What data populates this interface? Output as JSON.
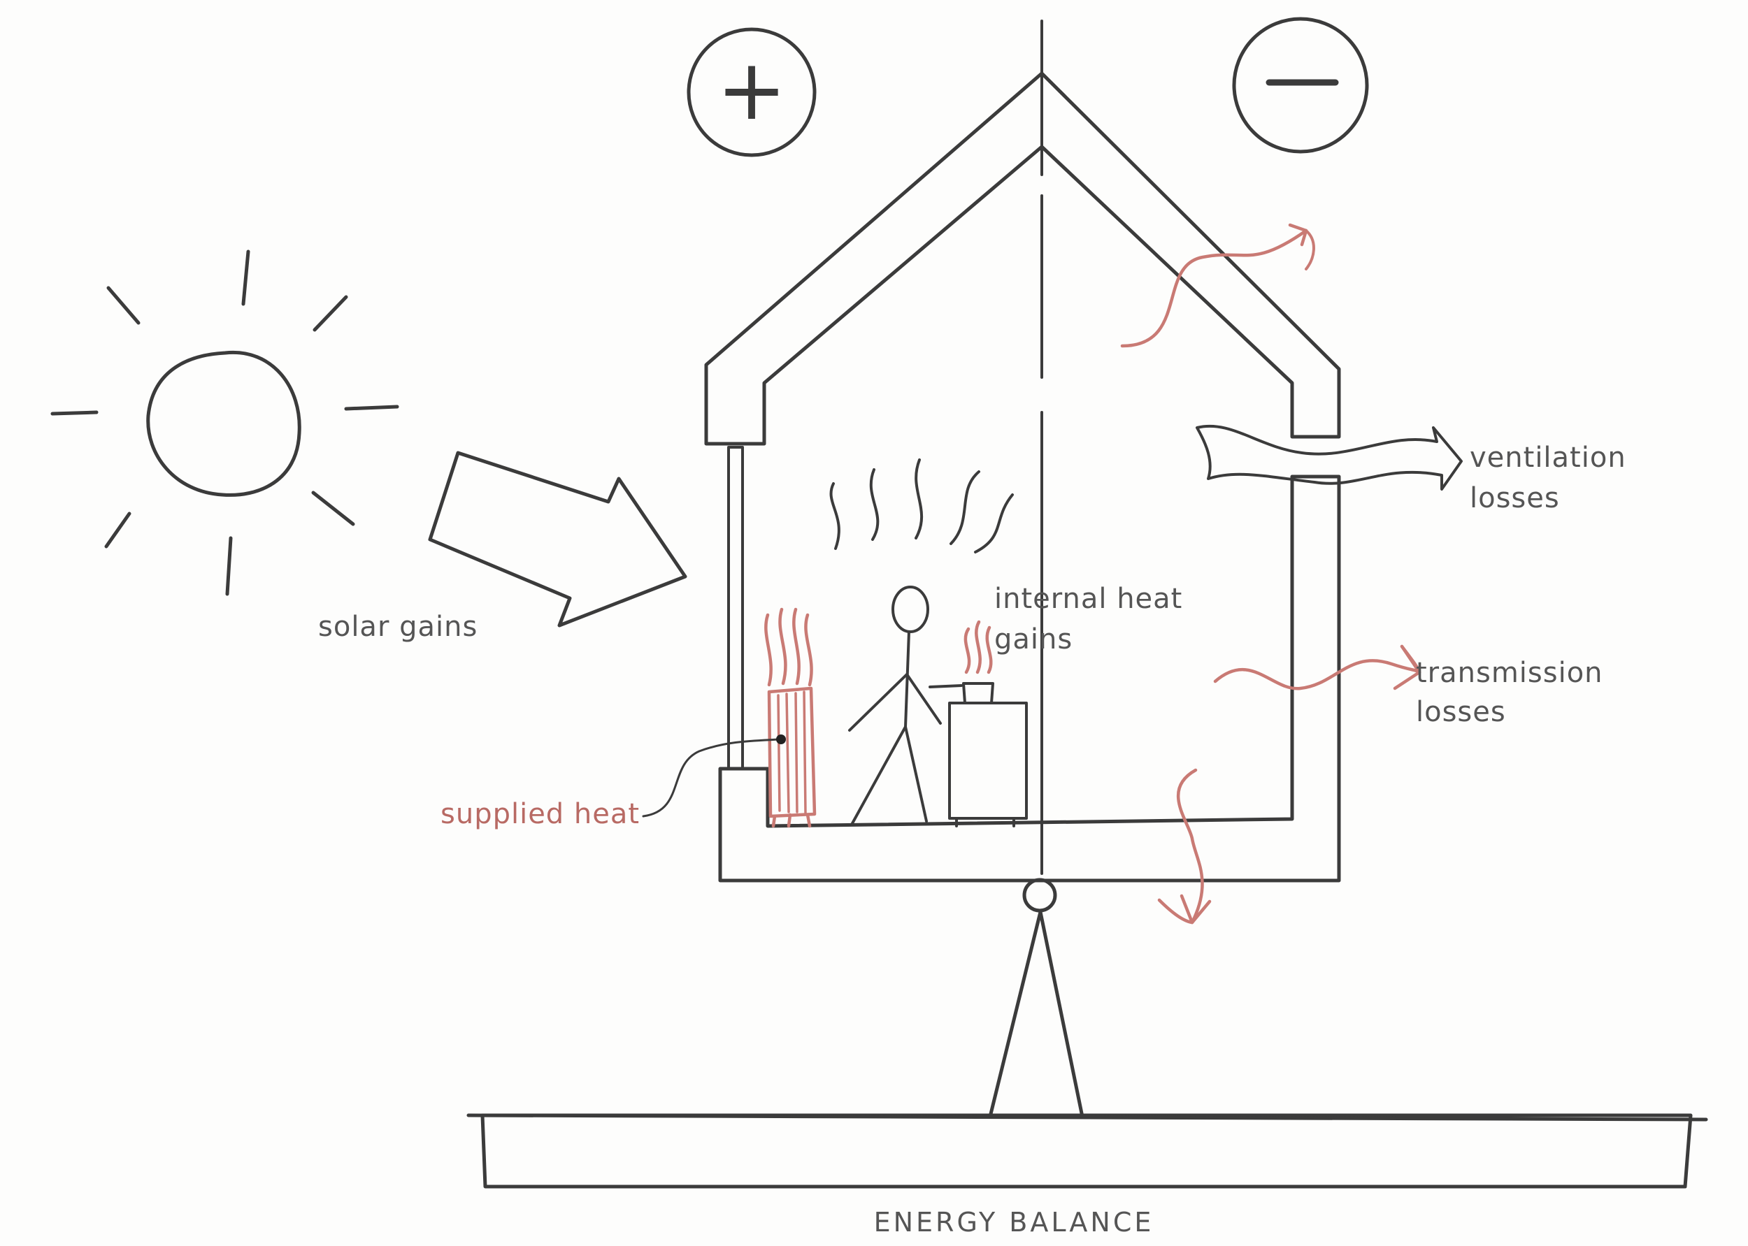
{
  "labels": {
    "solar_gains": "solar gains",
    "internal_gains_line1": "internal heat",
    "internal_gains_line2": "gains",
    "supplied_heat": "supplied heat",
    "ventilation_line1": "ventilation",
    "ventilation_line2": "losses",
    "transmission_line1": "transmission",
    "transmission_line2": "losses",
    "title": "ENERGY BALANCE"
  },
  "symbols": {
    "gains": "+",
    "losses": "−"
  },
  "colors": {
    "ink": "#3b3b3b",
    "wall_fill": "#fcf6c0",
    "sun_fill": "#f3e784",
    "arrow_fill": "#f4ec8a",
    "heat_red": "#c97a74",
    "vent_arrow_fill": "#c46c67",
    "window_blue": "#9cc4dc",
    "base_grey": "#bdbdbd"
  },
  "icons": [
    "sun-icon",
    "solar-arrow-icon",
    "plus-circle-icon",
    "minus-circle-icon",
    "radiator-icon",
    "person-icon",
    "stove-icon",
    "fulcrum-icon"
  ]
}
